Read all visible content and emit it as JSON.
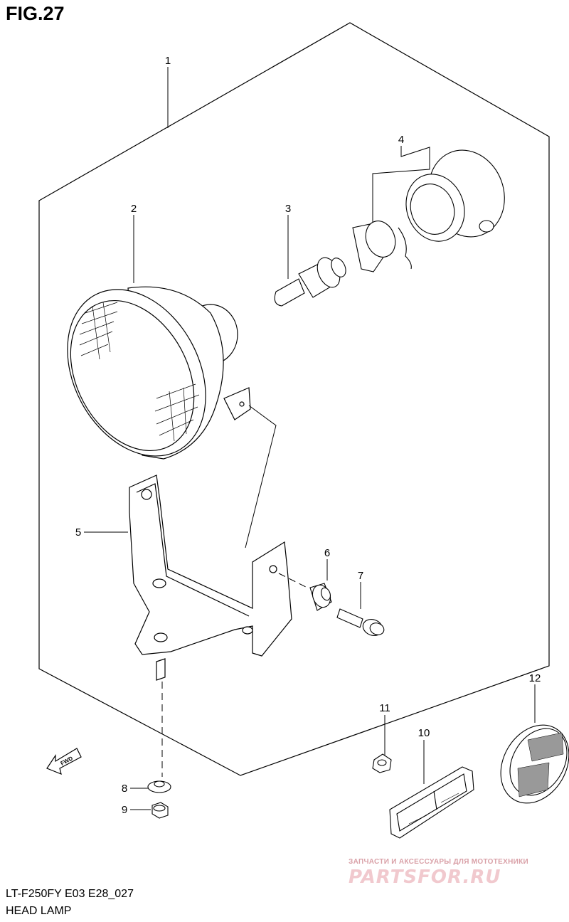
{
  "figure": {
    "title": "FIG.27"
  },
  "callouts": [
    "1",
    "2",
    "3",
    "4",
    "5",
    "6",
    "7",
    "8",
    "9",
    "10",
    "11",
    "12"
  ],
  "fwd_label": "FWD",
  "footer": {
    "model": "LT-F250FY E03 E28_027",
    "section": "HEAD LAMP"
  },
  "watermark": {
    "tagline": "ЗАПЧАСТИ И АКСЕССУАРЫ ДЛЯ МОТОТЕХНИКИ",
    "logo": "PARTSFOR.RU"
  }
}
